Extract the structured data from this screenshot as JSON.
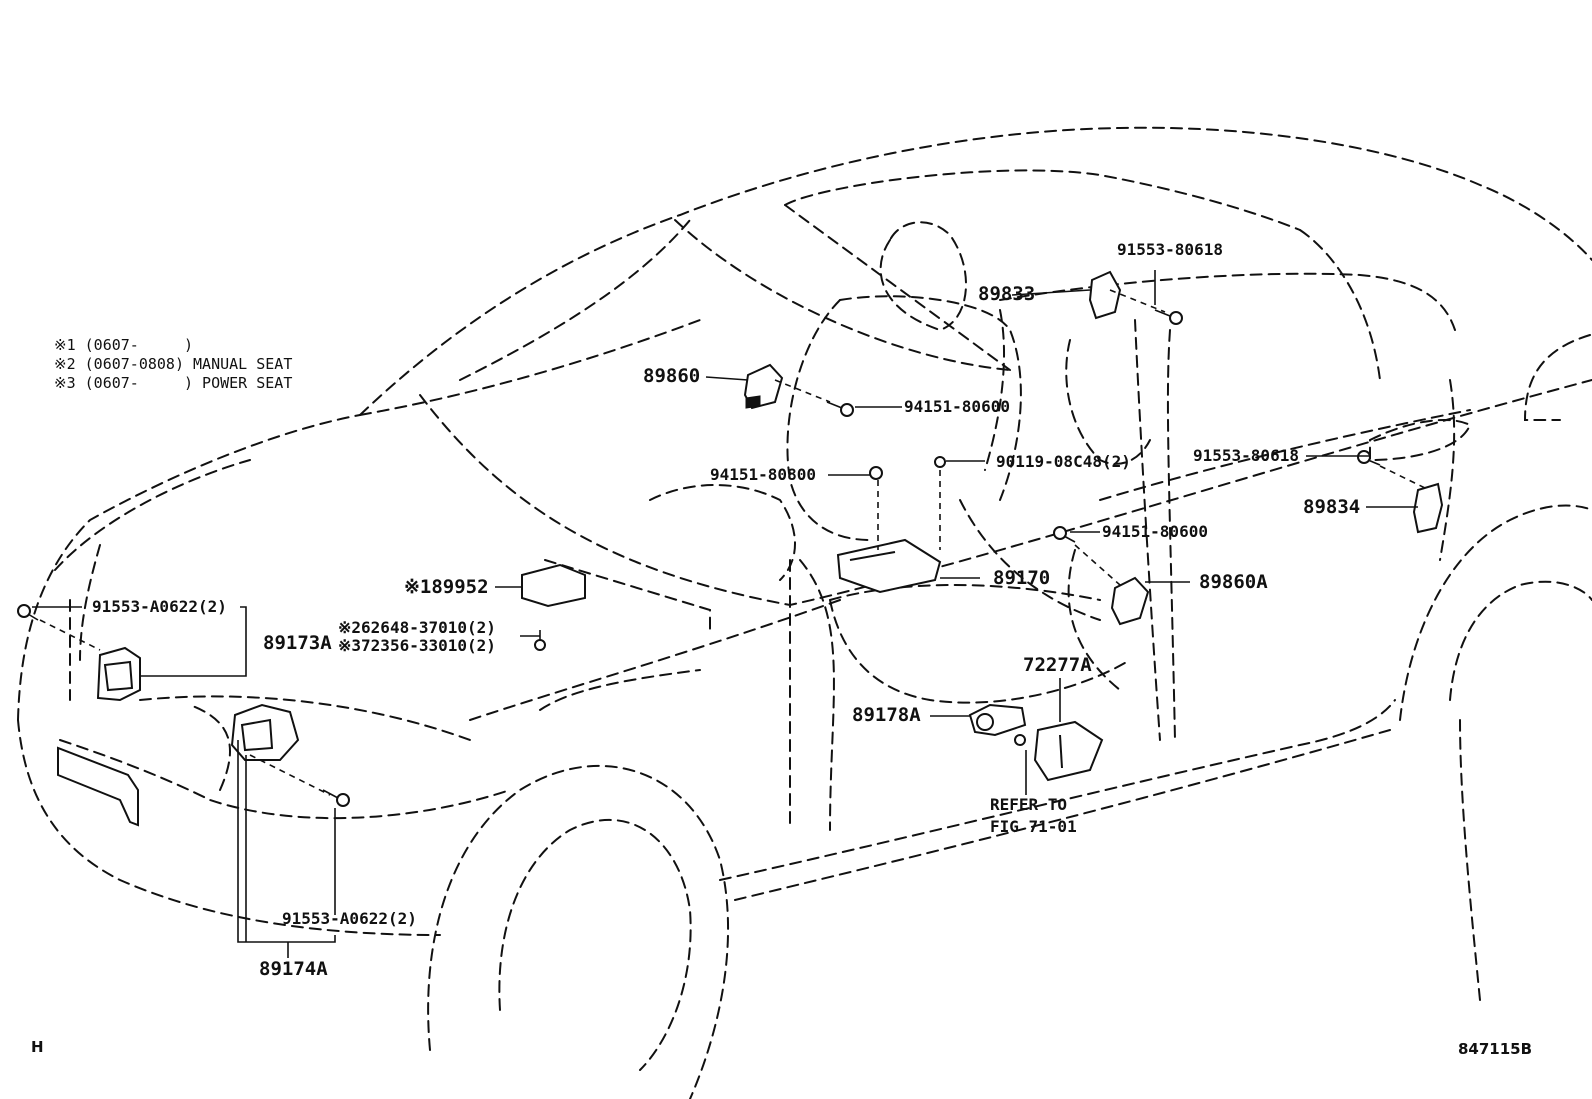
{
  "legend": [
    {
      "mark": "※1",
      "range": "(0607-     )",
      "desc": ""
    },
    {
      "mark": "※2",
      "range": "(0607-0808)",
      "desc": "MANUAL SEAT"
    },
    {
      "mark": "※3",
      "range": "(0607-     )",
      "desc": "POWER SEAT"
    }
  ],
  "parts": {
    "p91553_80618_top": "91553-80618",
    "p89833": "89833",
    "p89860": "89860",
    "p94151_80600_a": "94151-80600",
    "p94151_80800": "94151-80800",
    "p90119": "90119-08C48(2)",
    "p91553_80618_right": "91553-80618",
    "p89834": "89834",
    "p94151_80600_b": "94151-80600",
    "p89952": "※189952",
    "p89170": "89170",
    "p89860A": "89860A",
    "p91553_A0622_top": "91553-A0622(2)",
    "p89173A": "89173A",
    "p62648": "※262648-37010(2)",
    "p72356": "※372356-33010(2)",
    "p72277A": "72277A",
    "p89178A": "89178A",
    "refer_to": "REFER TO",
    "fig_ref": "FIG 71-01",
    "p91553_A0622_bottom": "91553-A0622(2)",
    "p89174A": "89174A"
  },
  "corner_left": "H",
  "corner_right": "847115B"
}
